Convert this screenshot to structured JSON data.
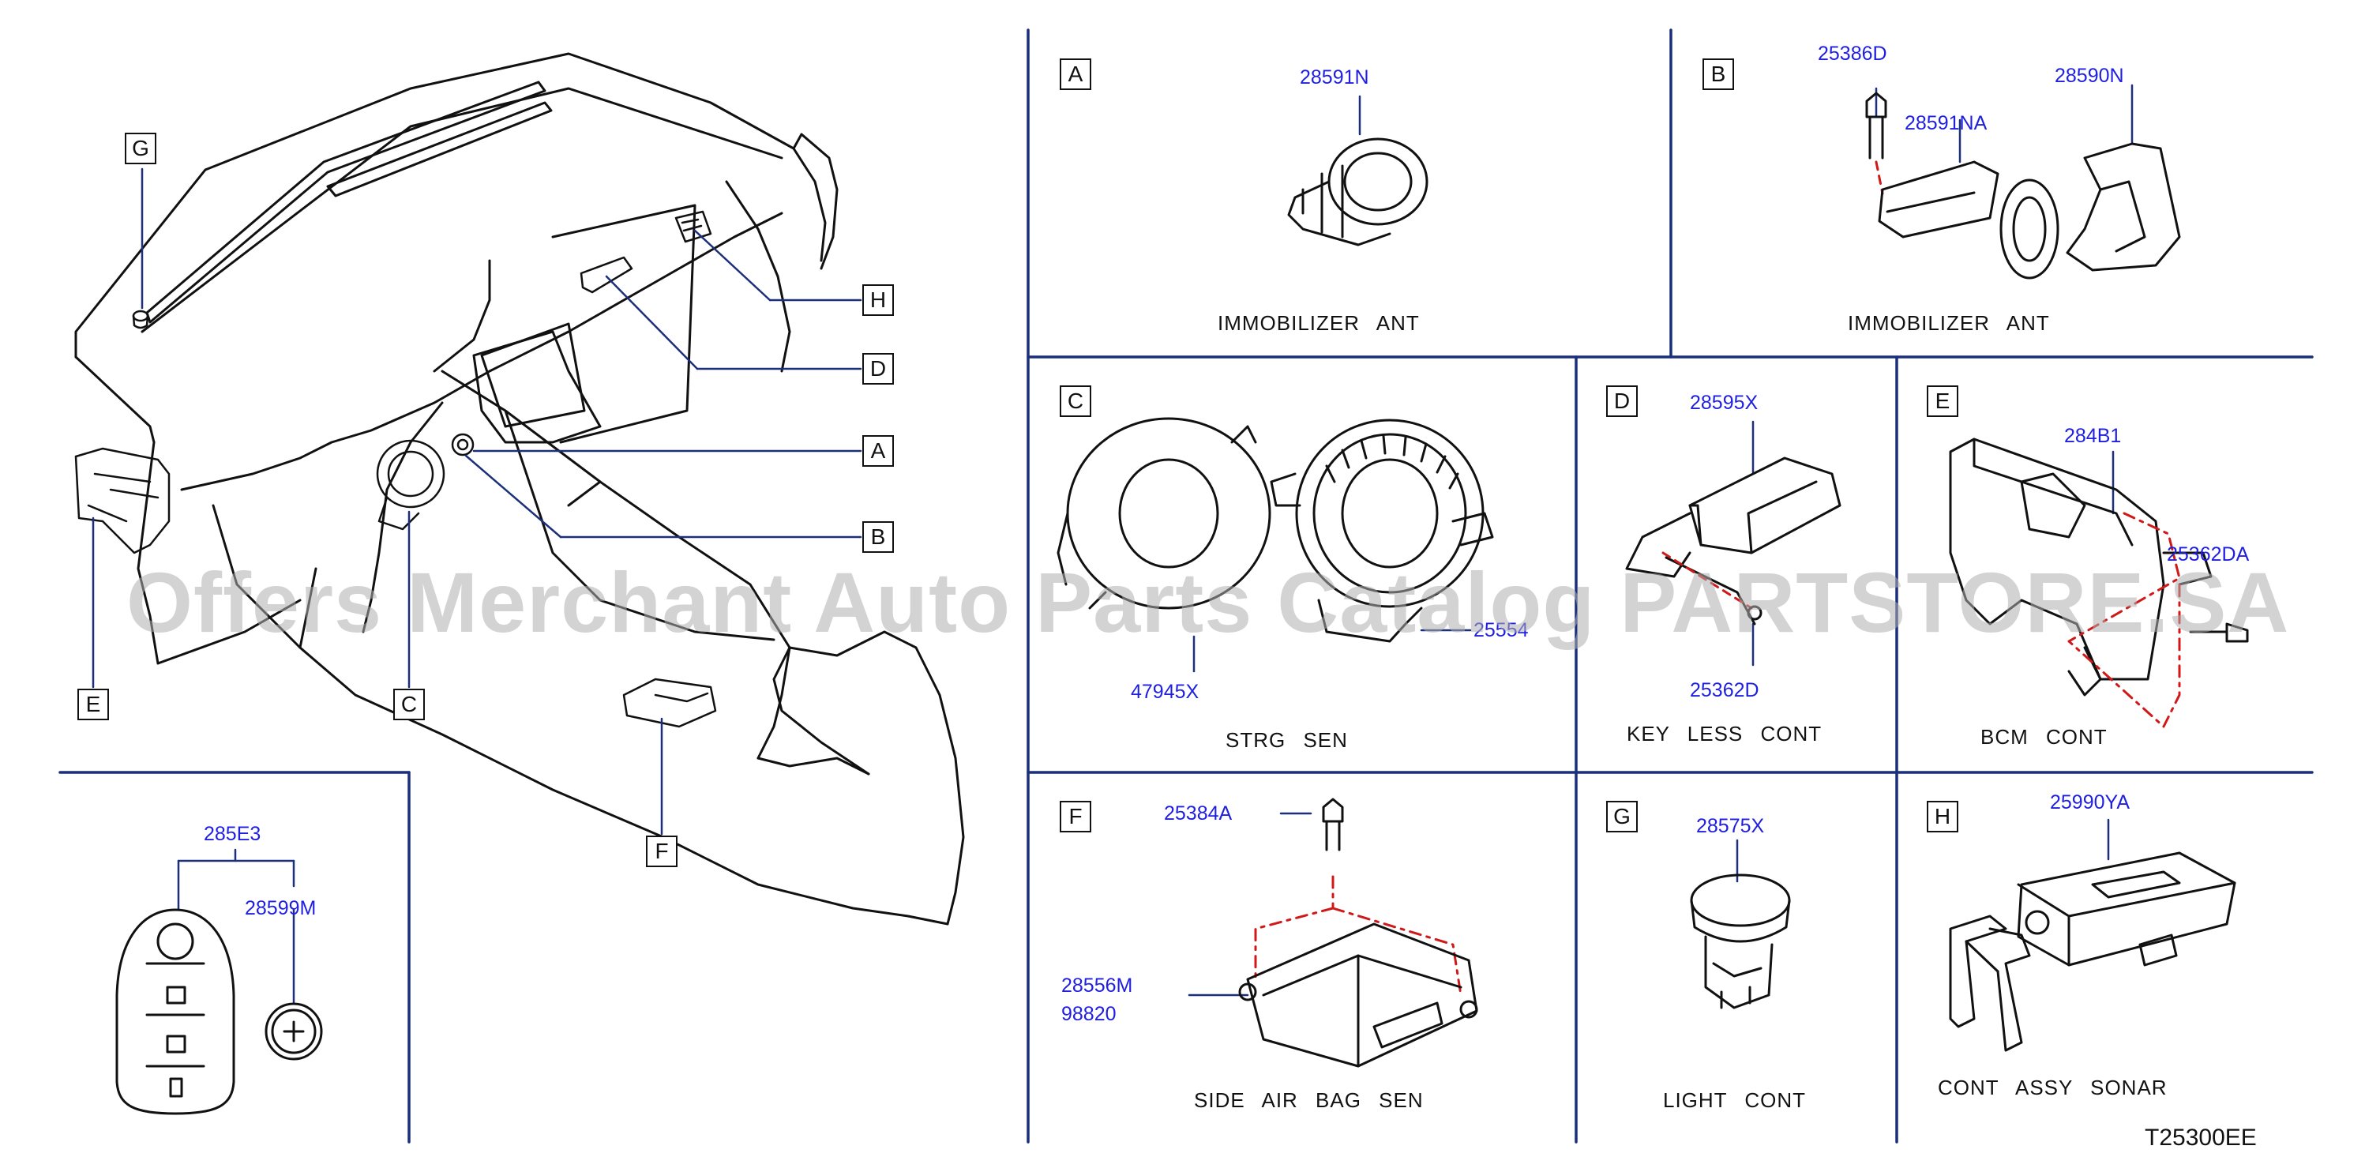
{
  "watermark": "Offers Merchant Auto Parts Catalog PARTSTORE.SA",
  "drawing_code": "T25300EE",
  "callouts": {
    "g": "G",
    "h": "H",
    "d": "D",
    "a": "A",
    "b": "B",
    "e": "E",
    "c": "C",
    "f": "F"
  },
  "key_fob": {
    "p1": "285E3",
    "p2": "28599M"
  },
  "panels": {
    "a": {
      "letter": "A",
      "parts": [
        "28591N"
      ],
      "caption": "IMMOBILIZER   ANT"
    },
    "b": {
      "letter": "B",
      "parts": [
        "25386D",
        "28591NA",
        "28590N"
      ],
      "caption": "IMMOBILIZER   ANT"
    },
    "c": {
      "letter": "C",
      "parts": [
        "47945X",
        "25554"
      ],
      "caption": "STRG   SEN"
    },
    "d": {
      "letter": "D",
      "parts": [
        "28595X",
        "25362D"
      ],
      "caption": "KEY   LESS   CONT"
    },
    "e": {
      "letter": "E",
      "parts": [
        "284B1",
        "25362DA"
      ],
      "caption": "BCM   CONT"
    },
    "f": {
      "letter": "F",
      "parts": [
        "25384A",
        "28556M",
        "98820"
      ],
      "caption": "SIDE   AIR   BAG   SEN"
    },
    "g": {
      "letter": "G",
      "parts": [
        "28575X"
      ],
      "caption": "LIGHT   CONT"
    },
    "h": {
      "letter": "H",
      "parts": [
        "25990YA"
      ],
      "caption": "CONT   ASSY   SONAR"
    }
  }
}
